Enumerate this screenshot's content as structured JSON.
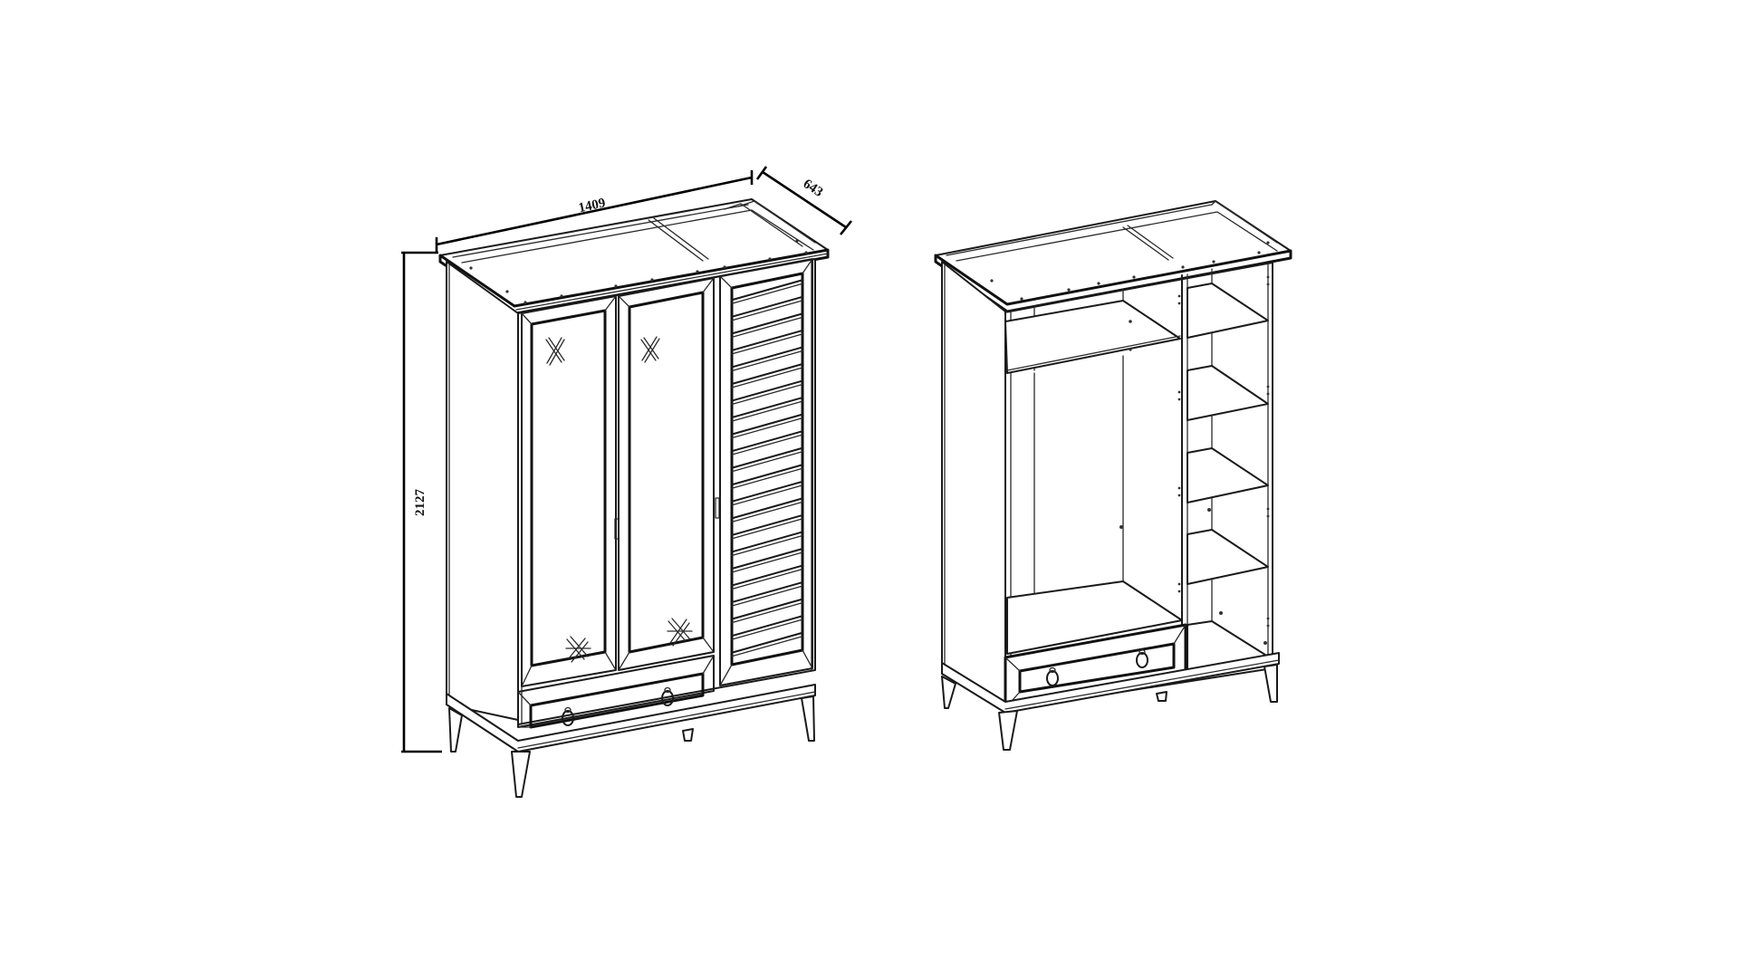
{
  "figure": {
    "type": "technical-drawing",
    "subject": "three-door wardrobe with drawer",
    "units": "mm",
    "line_color": "#1a1a1a",
    "background": "#ffffff"
  },
  "dimensions": {
    "width": {
      "label": "1409",
      "value": 1409
    },
    "depth": {
      "label": "643",
      "value": 643
    },
    "height": {
      "label": "2127",
      "value": 2127
    }
  },
  "views": [
    {
      "name": "closed-view",
      "doors": [
        {
          "type": "panel",
          "decoration": "cross-motif",
          "handle": "vertical-pull"
        },
        {
          "type": "panel",
          "decoration": "cross-motif",
          "handle": "vertical-pull"
        },
        {
          "type": "louvered",
          "slats": 22
        }
      ],
      "drawer": {
        "count": 1,
        "handles": 2,
        "handle_type": "ring-pull"
      },
      "legs": 4
    },
    {
      "name": "open-view",
      "compartments": [
        {
          "type": "hanging",
          "top_shelf": 1
        },
        {
          "type": "shelving",
          "shelves": 5
        }
      ],
      "drawer": {
        "count": 1,
        "handles": 2,
        "handle_type": "ring-pull"
      },
      "legs": 4
    }
  ]
}
